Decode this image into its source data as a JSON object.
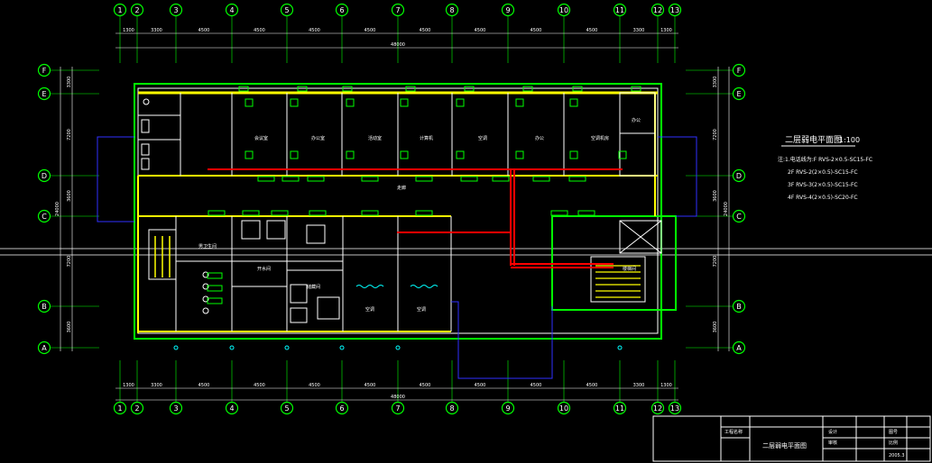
{
  "colors": {
    "grid": "#00ff00",
    "wall": "#ffffff",
    "yellow": "#ffff00",
    "red": "#ff0000",
    "blue": "#2020ff",
    "cyan": "#00ffff",
    "text": "#ffffff"
  },
  "axes_top": [
    "1",
    "2",
    "3",
    "4",
    "5",
    "6",
    "7",
    "8",
    "9",
    "10",
    "11",
    "12",
    "13"
  ],
  "axes_side": [
    "F",
    "E",
    "D",
    "C",
    "B",
    "A"
  ],
  "top_dims": [
    "1300",
    "3300",
    "4500",
    "4500",
    "4500",
    "4500",
    "4500",
    "4500",
    "4500",
    "4500",
    "3300",
    "1300"
  ],
  "bottom_dims": [
    "1300",
    "3300",
    "4500",
    "4500",
    "4500",
    "4500",
    "4500",
    "4500",
    "4500",
    "4500",
    "3300",
    "1300"
  ],
  "total_dim": "48000",
  "left_dims": [
    "3300",
    "7200",
    "3600",
    "7200",
    "3600"
  ],
  "right_dims": [
    "3300",
    "7200",
    "3600",
    "7200",
    "3600"
  ],
  "total_vertical": "24000",
  "drawing_title": "二层弱电平面图",
  "scale": "1:100",
  "notes": [
    "注:1.电话线为:F RVS-2×0.5-SC15-FC",
    "2F RVS-2(2×0.5)-SC15-FC",
    "3F RVS-3(2×0.5)-SC15-FC",
    "4F RVS-4(2×0.5)-SC20-FC"
  ],
  "rooms_north": [
    "会议室",
    "办公室",
    "活动室",
    "计算机",
    "空调",
    "办公",
    "空调机房",
    "办公"
  ],
  "rooms_south": [
    "男卫生间",
    "开水间",
    "储藏间",
    "空调",
    "空调",
    "楼梯间"
  ],
  "corridor_label": "走廊",
  "title_block": {
    "name": "二层弱电平面图",
    "project": "工程名称",
    "date": "2005.3",
    "fields": [
      "设计",
      "审核",
      "图号",
      "比例"
    ]
  }
}
